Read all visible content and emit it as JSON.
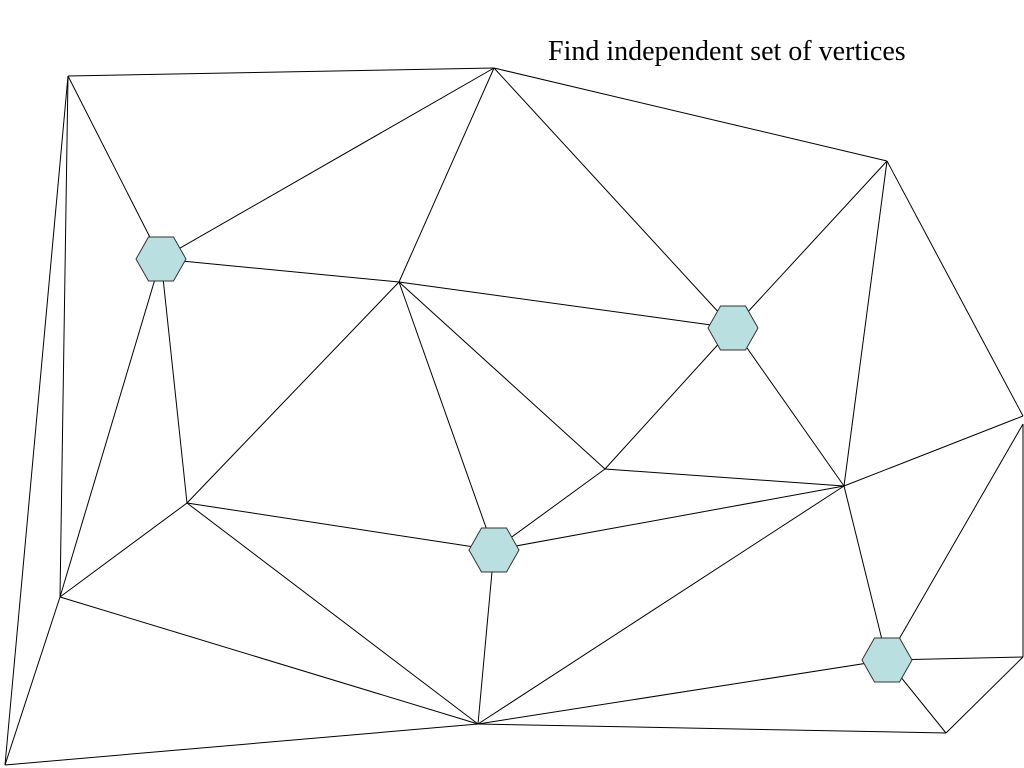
{
  "slide": {
    "title": "Find independent set of vertices"
  },
  "colors": {
    "highlight_fill": "#b9dfe1",
    "edge": "#000000",
    "background": "#ffffff"
  },
  "graph": {
    "highlighted_vertex_ids": [
      "v3",
      "v7",
      "v10",
      "v16"
    ]
  }
}
